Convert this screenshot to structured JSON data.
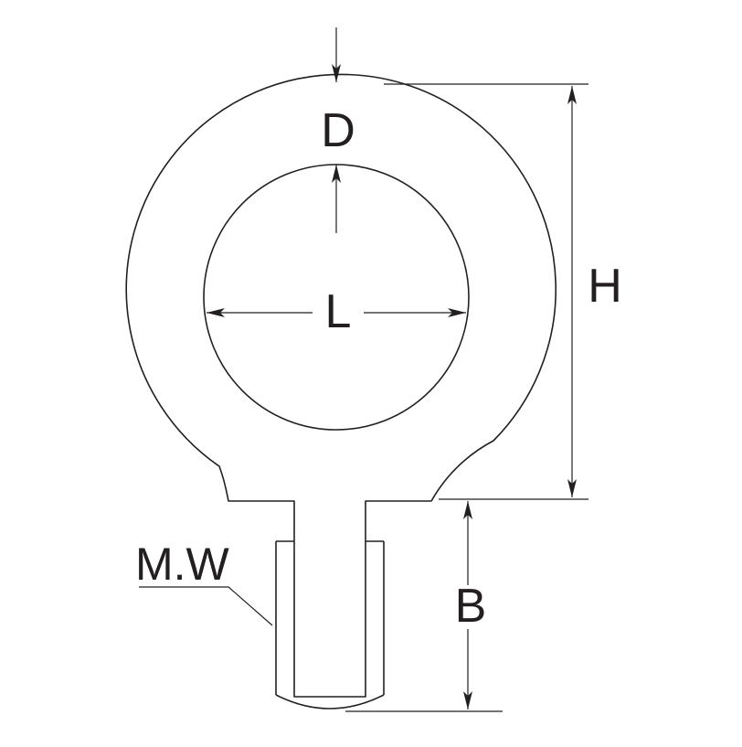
{
  "labels": {
    "thickness": "D",
    "inner_diameter": "L",
    "height": "H",
    "thread_length": "B",
    "thread_size": "M.W"
  },
  "colors": {
    "line": "#231f20",
    "background": "#ffffff"
  }
}
